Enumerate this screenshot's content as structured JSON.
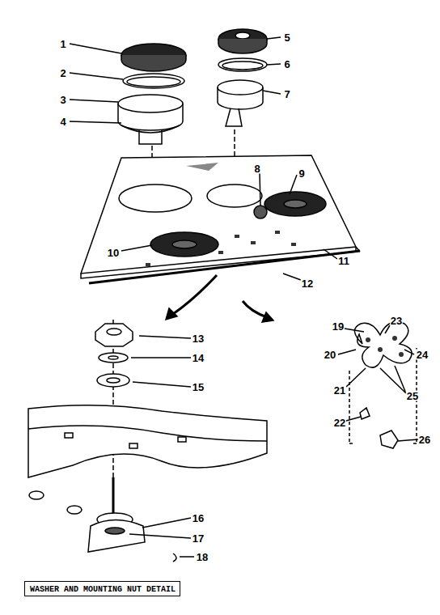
{
  "diagram": {
    "nodes": [
      {
        "text": [
          "WASHER AND MOUNTING NUT DETAIL"
        ]
      }
    ],
    "labels": [
      "1",
      "5",
      "2",
      "6",
      "3",
      "4",
      "7",
      "8",
      "9",
      "10",
      "11",
      "12",
      "13",
      "14",
      "15",
      "19",
      "23",
      "20",
      "24",
      "21",
      "25",
      "22",
      "26",
      "16",
      "17",
      "18"
    ]
  }
}
